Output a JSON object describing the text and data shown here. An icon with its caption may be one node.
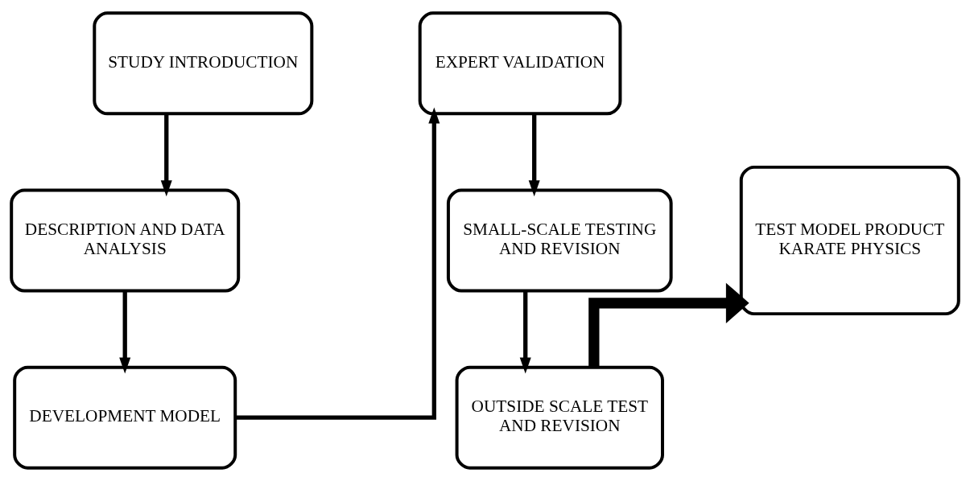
{
  "diagram": {
    "nodes": [
      {
        "text": [
          "STUDY INTRODUCTION"
        ]
      },
      {
        "text": [
          "DESCRIPTION AND DATA ANALYSIS"
        ]
      },
      {
        "text": [
          "DEVELOPMENT MODEL"
        ]
      },
      {
        "text": [
          "EXPERT VALIDATION"
        ]
      },
      {
        "text": [
          "SMALL-SCALE TESTING AND REVISION"
        ]
      },
      {
        "text": [
          "OUTSIDE SCALE TEST AND REVISION"
        ]
      },
      {
        "text": [
          "TEST MODEL PRODUCT KARATE PHYSICS"
        ]
      }
    ],
    "edges": [
      {
        "from": 0,
        "to": 1,
        "arrow": "to"
      },
      {
        "from": 1,
        "to": 2,
        "arrow": "to"
      },
      {
        "from": 2,
        "to": 3,
        "arrow": "to"
      },
      {
        "from": 3,
        "to": 4,
        "arrow": "to"
      },
      {
        "from": 4,
        "to": 5,
        "arrow": "to"
      },
      {
        "from": 5,
        "to": 6,
        "arrow": "to",
        "style": "thick"
      }
    ]
  }
}
